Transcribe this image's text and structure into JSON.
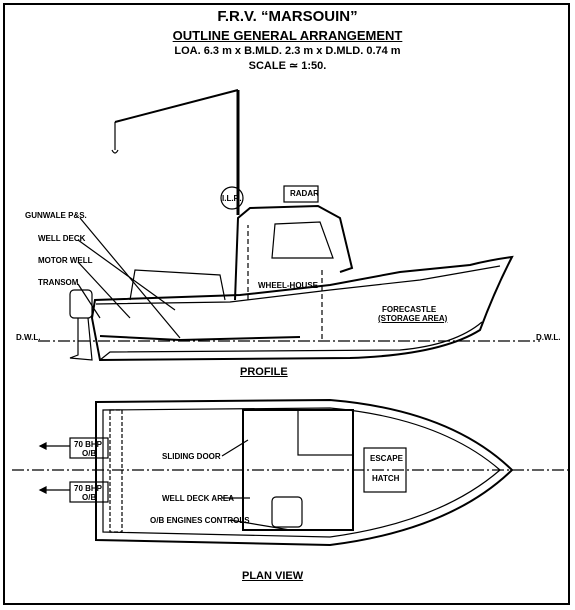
{
  "title": "F.R.V. “MARSOUIN”",
  "subtitle": "OUTLINE GENERAL ARRANGEMENT",
  "dimensions": "LOA. 6.3 m x B.MLD. 2.3 m x D.MLD. 0.74 m",
  "scale": "SCALE ≃ 1:50.",
  "profile": {
    "heading": "PROFILE",
    "labels": {
      "gunwale": "GUNWALE P&S.",
      "well_deck": "WELL DECK",
      "motor_well": "MOTOR WELL",
      "transom": "TRANSOM",
      "dwl": "D.W.L.",
      "radar": "RADAR",
      "ilr": "I.L.R.",
      "wheel_house": "WHEEL-HOUSE",
      "forecastle": "FORECASTLE",
      "storage": "(STORAGE AREA)"
    }
  },
  "plan": {
    "heading": "PLAN VIEW",
    "labels": {
      "engine1": "70 BHP",
      "engine1_type": "O/B",
      "engine2": "70 BHP",
      "engine2_type": "O/B",
      "sliding_door": "SLIDING DOOR",
      "well_deck_area": "WELL DECK AREA",
      "ob_controls": "O/B ENGINES CONTROLS",
      "escape": "ESCAPE",
      "hatch": "HATCH"
    }
  }
}
